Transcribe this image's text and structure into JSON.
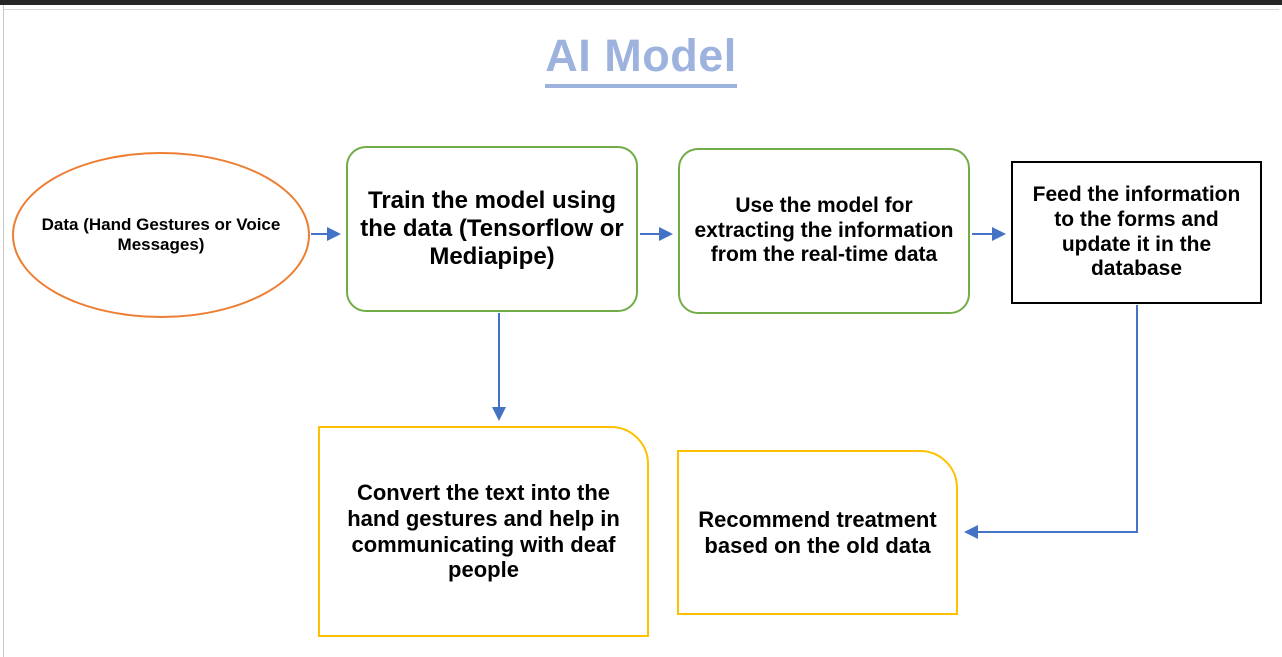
{
  "page": {
    "title": "AI Model",
    "title_color": "#9DB3DE",
    "background": "#ffffff"
  },
  "palette": {
    "ellipse_border": "#ED7D31",
    "green_border": "#70AD47",
    "black_border": "#000000",
    "gold_border": "#FFC000",
    "connector": "#4472C4",
    "text": "#000000"
  },
  "nodes": {
    "data_source": {
      "label": "Data (Hand Gestures or Voice Messages)",
      "shape": "ellipse"
    },
    "train_model": {
      "label": "Train the model using the data (Tensorflow or Mediapipe)",
      "shape": "rounded-rectangle"
    },
    "use_model": {
      "label": "Use the model for extracting the information from the real-time data",
      "shape": "rounded-rectangle"
    },
    "feed_information": {
      "label": "Feed the information to the forms and update it in the database",
      "shape": "rectangle"
    },
    "convert_text": {
      "label": "Convert the text into the hand gestures and help in communicating with deaf people",
      "shape": "one-corner-rounded-rectangle"
    },
    "recommend_treatment": {
      "label": "Recommend treatment based on the old data",
      "shape": "one-corner-rounded-rectangle"
    }
  },
  "connectors": [
    {
      "name": "data-to-train",
      "from": "data_source",
      "to": "train_model",
      "direction": "right"
    },
    {
      "name": "train-to-use",
      "from": "train_model",
      "to": "use_model",
      "direction": "right"
    },
    {
      "name": "use-to-feed",
      "from": "use_model",
      "to": "feed_information",
      "direction": "right"
    },
    {
      "name": "train-to-convert",
      "from": "train_model",
      "to": "convert_text",
      "direction": "down"
    },
    {
      "name": "feed-to-recommend",
      "from": "feed_information",
      "to": "recommend_treatment",
      "direction": "down-then-left"
    }
  ]
}
